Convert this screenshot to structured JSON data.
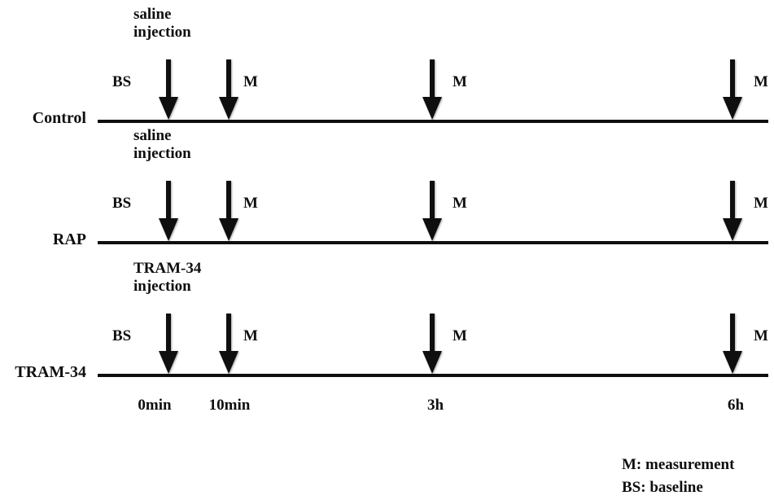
{
  "groups": [
    {
      "label": "Control",
      "injection_label": "saline\ninjection",
      "bs_label": "BS",
      "m_labels": [
        "M",
        "M",
        "M"
      ]
    },
    {
      "label": "RAP",
      "injection_label": "saline\ninjection",
      "bs_label": "BS",
      "m_labels": [
        "M",
        "M",
        "M"
      ]
    },
    {
      "label": "TRAM-34",
      "injection_label": "TRAM-34\ninjection",
      "bs_label": "BS",
      "m_labels": [
        "M",
        "M",
        "M"
      ]
    }
  ],
  "axis_ticks": [
    "0min",
    "10min",
    "3h",
    "6h"
  ],
  "legend": [
    "M: measurement",
    "BS: baseline"
  ],
  "colors": {
    "background": "#ffffff",
    "ink": "#0f0f0f"
  }
}
